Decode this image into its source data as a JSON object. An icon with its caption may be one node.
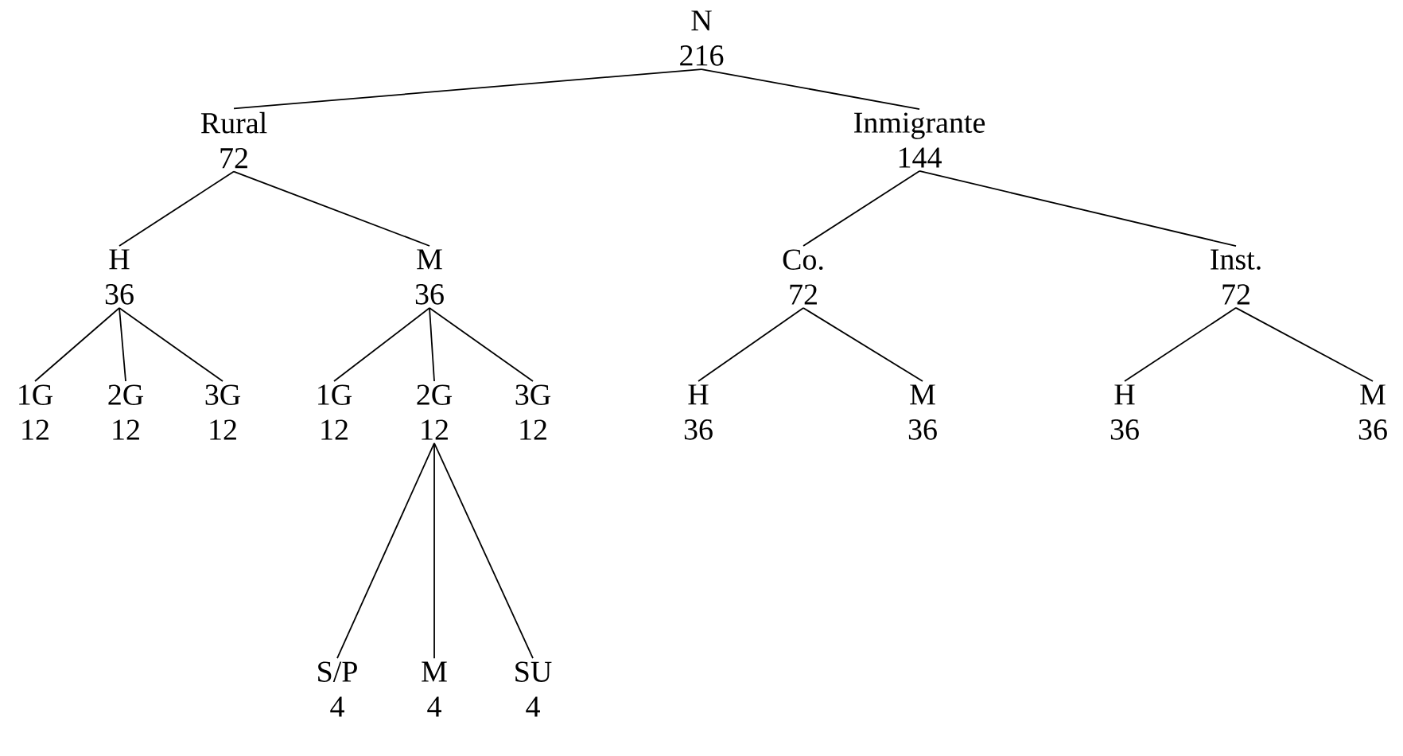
{
  "diagram": {
    "nodes": [
      {
        "text": [
          "N",
          "216"
        ]
      },
      {
        "text": [
          "Rural",
          "72"
        ]
      },
      {
        "text": [
          "Inmigrante",
          "144"
        ]
      },
      {
        "text": [
          "H",
          "36"
        ]
      },
      {
        "text": [
          "M",
          "36"
        ]
      },
      {
        "text": [
          "Co.",
          "72"
        ]
      },
      {
        "text": [
          "Inst.",
          "72"
        ]
      },
      {
        "text": [
          "1G",
          "12"
        ]
      },
      {
        "text": [
          "2G",
          "12"
        ]
      },
      {
        "text": [
          "3G",
          "12"
        ]
      },
      {
        "text": [
          "1G",
          "12"
        ]
      },
      {
        "text": [
          "2G",
          "12"
        ]
      },
      {
        "text": [
          "3G",
          "12"
        ]
      },
      {
        "text": [
          "H",
          "36"
        ]
      },
      {
        "text": [
          "M",
          "36"
        ]
      },
      {
        "text": [
          "H",
          "36"
        ]
      },
      {
        "text": [
          "M",
          "36"
        ]
      },
      {
        "text": [
          "S/P",
          "4"
        ]
      },
      {
        "text": [
          "M",
          "4"
        ]
      },
      {
        "text": [
          "SU",
          "4"
        ]
      }
    ],
    "edges": [
      {
        "from": 0,
        "to": 1,
        "arrow": "none"
      },
      {
        "from": 0,
        "to": 2,
        "arrow": "none"
      },
      {
        "from": 1,
        "to": 3,
        "arrow": "none"
      },
      {
        "from": 1,
        "to": 4,
        "arrow": "none"
      },
      {
        "from": 2,
        "to": 5,
        "arrow": "none"
      },
      {
        "from": 2,
        "to": 6,
        "arrow": "none"
      },
      {
        "from": 3,
        "to": 7,
        "arrow": "none"
      },
      {
        "from": 3,
        "to": 8,
        "arrow": "none"
      },
      {
        "from": 3,
        "to": 9,
        "arrow": "none"
      },
      {
        "from": 4,
        "to": 10,
        "arrow": "none"
      },
      {
        "from": 4,
        "to": 11,
        "arrow": "none"
      },
      {
        "from": 4,
        "to": 12,
        "arrow": "none"
      },
      {
        "from": 5,
        "to": 13,
        "arrow": "none"
      },
      {
        "from": 5,
        "to": 14,
        "arrow": "none"
      },
      {
        "from": 6,
        "to": 15,
        "arrow": "none"
      },
      {
        "from": 6,
        "to": 16,
        "arrow": "none"
      },
      {
        "from": 11,
        "to": 17,
        "arrow": "none"
      },
      {
        "from": 11,
        "to": 18,
        "arrow": "none"
      },
      {
        "from": 11,
        "to": 19,
        "arrow": "none"
      }
    ]
  }
}
